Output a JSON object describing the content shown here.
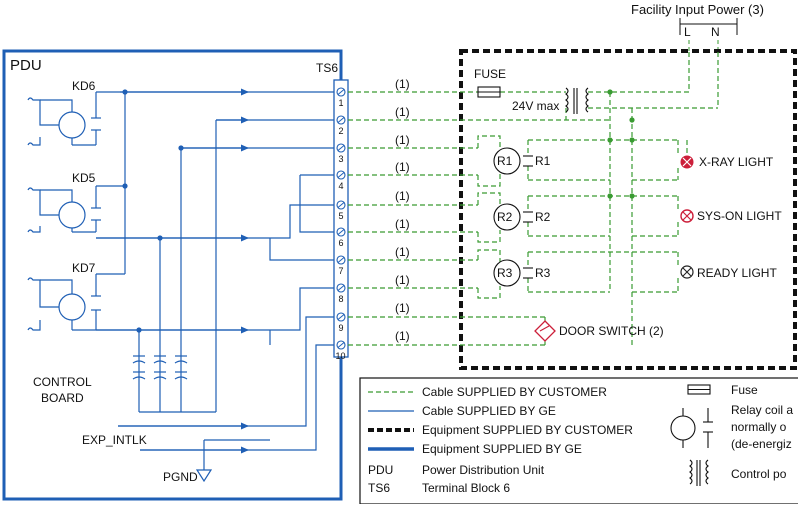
{
  "facility": {
    "label": "Facility Input Power (3)",
    "l": "L",
    "n": "N"
  },
  "pdu": {
    "title": "PDU",
    "relays": [
      "KD6",
      "KD5",
      "KD7"
    ],
    "control_board": [
      "CONTROL",
      "BOARD"
    ],
    "exp_intlk": "EXP_INTLK",
    "pgnd": "PGND"
  },
  "terminal_block": {
    "title": "TS6",
    "terminals": [
      "1",
      "2",
      "3",
      "4",
      "5",
      "6",
      "7",
      "8",
      "9",
      "10"
    ]
  },
  "cable_note": "(1)",
  "customer": {
    "fuse": "FUSE",
    "transformer": "24V max",
    "relay_coils": [
      "R1",
      "R2",
      "R3"
    ],
    "contacts": [
      "R1",
      "R2",
      "R3"
    ],
    "lights": [
      {
        "label": "X-RAY LIGHT",
        "color": "#cc1f3a"
      },
      {
        "label": "SYS-ON LIGHT",
        "color": "#cc1f3a"
      },
      {
        "label": "READY LIGHT",
        "color": "#222222"
      }
    ],
    "door_switch": "DOOR SWITCH (2)"
  },
  "legend": {
    "lines": [
      {
        "text": "Cable SUPPLIED BY CUSTOMER",
        "style": "customer-cable"
      },
      {
        "text": "Cable SUPPLIED BY GE",
        "style": "ge-cable"
      },
      {
        "text": "Equipment SUPPLIED BY CUSTOMER",
        "style": "customer-equipment"
      },
      {
        "text": "Equipment SUPPLIED BY GE",
        "style": "ge-equipment"
      }
    ],
    "abbreviations": [
      {
        "abbr": "PDU",
        "text": "Power Distribution Unit"
      },
      {
        "abbr": "TS6",
        "text": "Terminal Block 6"
      }
    ],
    "symbols": [
      {
        "name": "fuse-symbol",
        "text": "Fuse"
      },
      {
        "name": "relay-coil-symbol",
        "text": "Relay coil a"
      },
      {
        "name": "relay-coil-symbol-2",
        "text": "normally o"
      },
      {
        "name": "relay-coil-symbol-3",
        "text": "(de-energiz"
      },
      {
        "name": "transformer-symbol",
        "text": "Control po"
      }
    ]
  },
  "colors": {
    "ge_blue": "#1f5fb5",
    "customer_green": "#3a9b32",
    "black": "#111111",
    "light_red": "#cc1f3a"
  }
}
